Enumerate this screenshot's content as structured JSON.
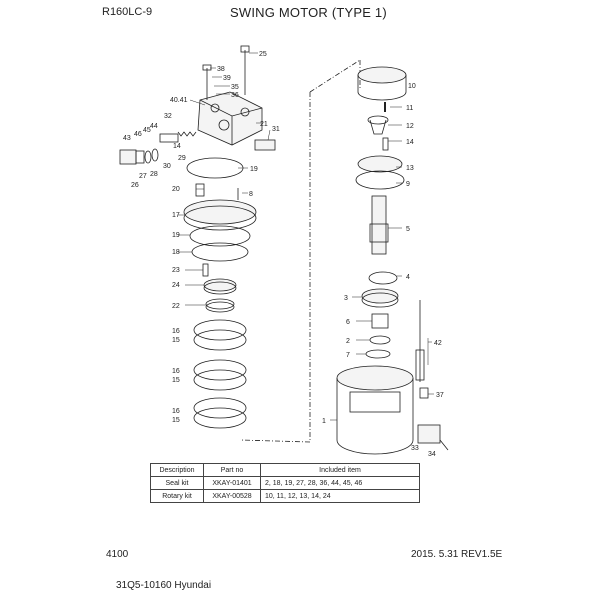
{
  "header": {
    "model": "R160LC-9",
    "title": "SWING MOTOR (TYPE 1)"
  },
  "footer": {
    "page": "4100",
    "date_rev": "2015. 5.31  REV1.5E",
    "doc_code": "31Q5-10160 Hyundai"
  },
  "callouts": [
    "25",
    "38",
    "39",
    "35",
    "36",
    "40.41",
    "32",
    "21",
    "31",
    "43",
    "46",
    "45",
    "44",
    "14",
    "29",
    "30",
    "19",
    "27",
    "28",
    "26",
    "20",
    "8",
    "17",
    "19",
    "18",
    "23",
    "24",
    "22",
    "16",
    "15",
    "16",
    "15",
    "16",
    "15",
    "10",
    "11",
    "12",
    "14",
    "13",
    "9",
    "5",
    "4",
    "3",
    "6",
    "2",
    "7",
    "42",
    "37",
    "1",
    "33",
    "34"
  ],
  "kit_table": {
    "headers": [
      "Description",
      "Part no",
      "Included item"
    ],
    "rows": [
      [
        "Seal kit",
        "XKAY-01401",
        "2, 18, 19, 27, 28, 36, 44, 45, 46"
      ],
      [
        "Rotary kit",
        "XKAY-00528",
        "10, 11, 12, 13, 14, 24"
      ]
    ]
  }
}
